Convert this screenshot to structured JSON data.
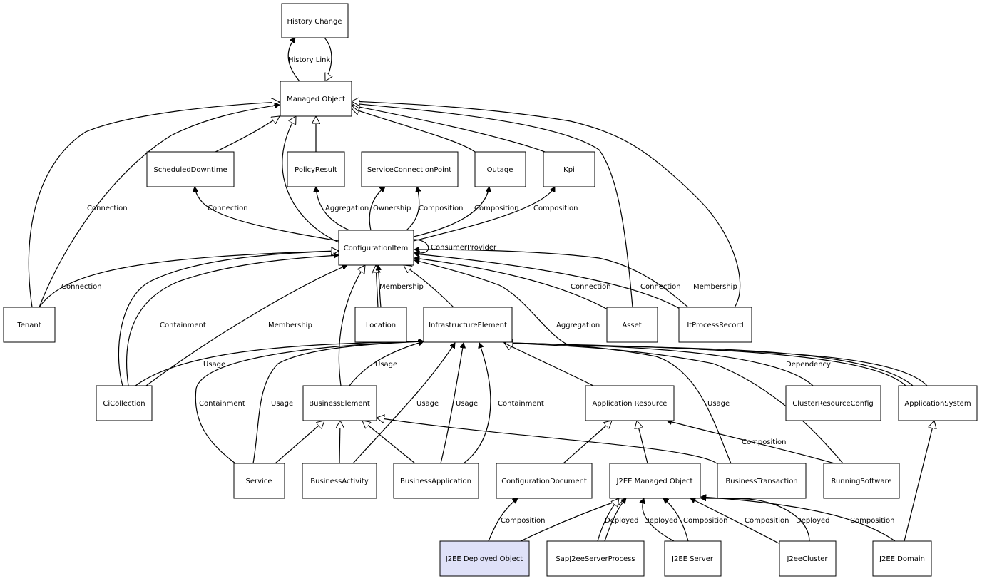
{
  "colors": {
    "highlight": "#dfe1f8",
    "stroke": "#000000",
    "background": "#ffffff"
  },
  "nodes": {
    "history_change": "History Change",
    "managed_object": "Managed Object",
    "scheduled_downtime": "ScheduledDowntime",
    "policy_result": "PolicyResult",
    "service_connection_point": "ServiceConnectionPoint",
    "outage": "Outage",
    "kpi": "Kpi",
    "configuration_item": "ConfigurationItem",
    "tenant": "Tenant",
    "location": "Location",
    "infrastructure_element": "InfrastructureElement",
    "asset": "Asset",
    "it_process_record": "ItProcessRecord",
    "ci_collection": "CiCollection",
    "business_element": "BusinessElement",
    "application_resource": "Application Resource",
    "cluster_resource_config": "ClusterResourceConfig",
    "application_system": "ApplicationSystem",
    "service": "Service",
    "business_activity": "BusinessActivity",
    "business_application": "BusinessApplication",
    "configuration_document": "ConfigurationDocument",
    "j2ee_managed_object": "J2EE Managed Object",
    "business_transaction": "BusinessTransaction",
    "running_software": "RunningSoftware",
    "j2ee_deployed_object": "J2EE Deployed Object",
    "sap_j2ee_server_process": "SapJ2eeServerProcess",
    "j2ee_server": "J2EE Server",
    "j2ee_cluster": "J2eeCluster",
    "j2ee_domain": "J2EE Domain"
  },
  "edge_labels": {
    "history_link": "History Link",
    "connection_tenant_mo": "Connection",
    "connection_ci_sd": "Connection",
    "aggregation_ci_pr": "Aggregation",
    "ownership_ci_scp": "Ownership",
    "composition_ci_scp": "Composition",
    "composition_ci_outage": "Composition",
    "composition_ci_kpi": "Composition",
    "consumer_provider": "ConsumerProvider",
    "connection_tenant_ci": "Connection",
    "membership_loc_ci": "Membership",
    "connection_asset_ci": "Connection",
    "connection_itpr_ci": "Connection",
    "membership_itpr_ci": "Membership",
    "containment_cic_ci": "Containment",
    "membership_cic_ci": "Membership",
    "aggregation_appsys_ci": "Aggregation",
    "usage_cic_ie": "Usage",
    "usage_be_ie": "Usage",
    "dependency_crc_ie": "Dependency",
    "containment_svc_ie": "Containment",
    "usage_svc_ie": "Usage",
    "usage_bact_ie": "Usage",
    "usage_bapp_ie": "Usage",
    "containment_bapp_ie": "Containment",
    "usage_bt_ie": "Usage",
    "composition_rs_ar": "Composition",
    "composition_jdo_cd": "Composition",
    "deployed_sap_jmo": "Deployed",
    "deployed_js_jmo": "Deployed",
    "composition_js_jmo": "Composition",
    "composition_jc_jmo": "Composition",
    "deployed_jc_jmo": "Deployed",
    "composition_jd_jmo": "Composition"
  }
}
